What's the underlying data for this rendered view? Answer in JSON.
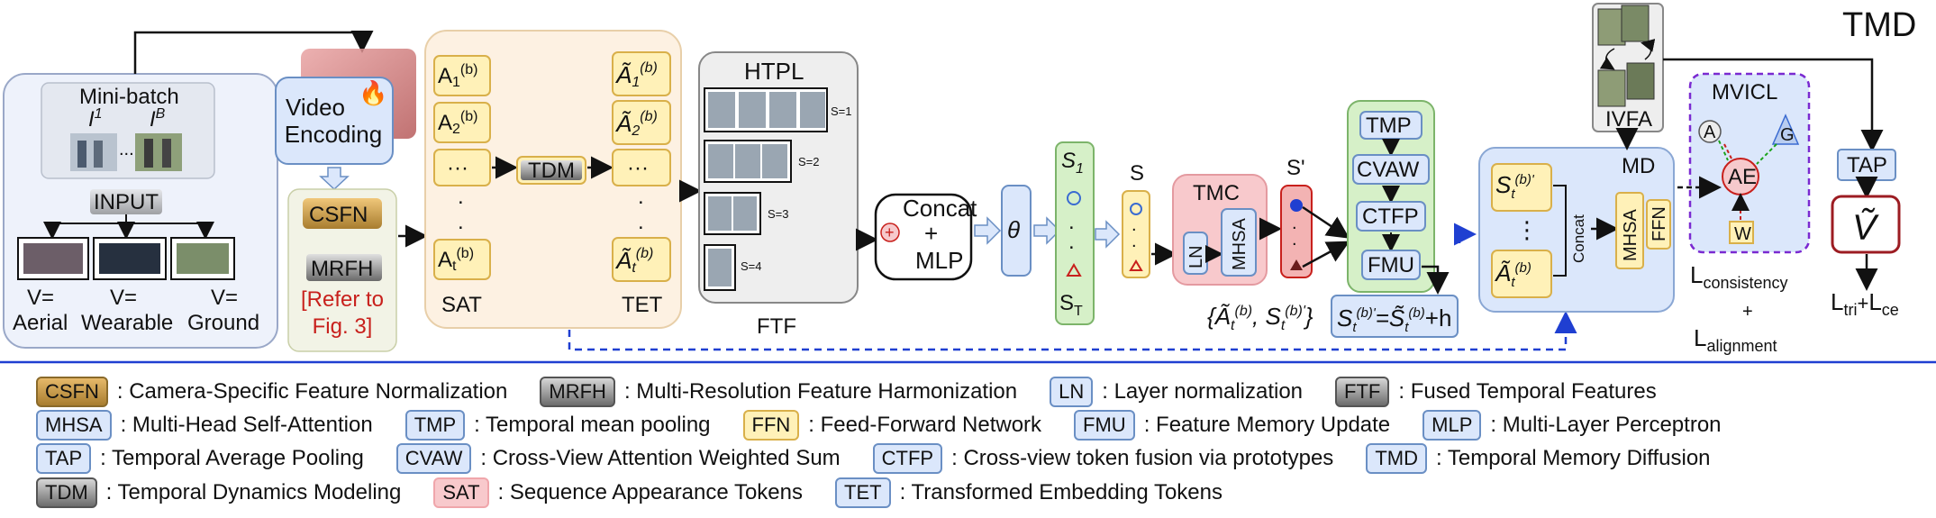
{
  "title": "TMD",
  "minibatch": {
    "title": "Mini-batch",
    "i1": "I",
    "i1_sup": "1",
    "ib": "I",
    "ib_sup": "B",
    "dots": "...",
    "input": "INPUT",
    "views": [
      "V=\nAerial",
      "V=\nWearable",
      "V=\nGround"
    ]
  },
  "video_encoding": "Video\nEncoding",
  "csfn": "CSFN",
  "mrfh": "MRFH",
  "refer": "[Refer to\nFig. 3]",
  "sat": {
    "items": [
      "A1(b)",
      "A2(b)",
      "...",
      "At(b)"
    ],
    "label": "SAT"
  },
  "tdm": "TDM",
  "tet": {
    "items": [
      "Ã1(b)",
      "Ã2(b)",
      "...",
      "Ãt(b)"
    ],
    "label": "TET"
  },
  "ftf": {
    "title": "HTPL",
    "label": "FTF",
    "scales": [
      "S=1",
      "S=2",
      "S=3",
      "S=4"
    ]
  },
  "concat_mlp": {
    "concat": "Concat",
    "plus": "+",
    "mlp": "MLP"
  },
  "theta": "θ",
  "s_seq": {
    "s1": "S",
    "s1_sub": "1",
    "st": "S",
    "st_sub": "T"
  },
  "s_label": "S",
  "tmc": {
    "title": "TMC",
    "ln": "LN",
    "mhsa": "MHSA"
  },
  "s_prime": "S'",
  "mem_pipeline": [
    "TMP",
    "CVAW",
    "CTFP",
    "FMU"
  ],
  "set_label": "{Ãt(b), St(b)'}",
  "update_eq": "St(b)' = S̃t(b) + h",
  "md": {
    "label": "MD",
    "s_item": "St(b)'",
    "a_item": "Ãt(b)",
    "concat": "Concat",
    "mhsa": "MHSA",
    "ffn": "FFN",
    "dots": "⋮"
  },
  "ivfa": "IVFA",
  "mvicl": {
    "title": "MVICL",
    "a": "A",
    "g": "G",
    "ae": "AE",
    "w": "W"
  },
  "losses": {
    "consistency": "L",
    "consistency_sub": "consistency",
    "plus": "+",
    "alignment": "L",
    "alignment_sub": "alignment"
  },
  "tap": "TAP",
  "v_hat": "V",
  "final_loss": {
    "l1": "L",
    "l1_sub": "tri",
    "plus": "+",
    "l2": "L",
    "l2_sub": "ce"
  },
  "legend": [
    [
      {
        "tag": "CSFN",
        "style": "gold",
        "desc": ": Camera-Specific Feature Normalization"
      },
      {
        "tag": "MRFH",
        "style": "gray",
        "desc": ": Multi-Resolution Feature Harmonization"
      },
      {
        "tag": "LN",
        "style": "blue",
        "desc": ": Layer normalization"
      },
      {
        "tag": "FTF",
        "style": "gray",
        "desc": ": Fused Temporal Features"
      }
    ],
    [
      {
        "tag": "MHSA",
        "style": "blue",
        "desc": ": Multi-Head Self-Attention"
      },
      {
        "tag": "TMP",
        "style": "blue",
        "desc": ": Temporal mean pooling"
      },
      {
        "tag": "FFN",
        "style": "yellow",
        "desc": ": Feed-Forward Network"
      },
      {
        "tag": "FMU",
        "style": "blue",
        "desc": ": Feature Memory Update"
      },
      {
        "tag": "MLP",
        "style": "blue",
        "desc": ": Multi-Layer Perceptron"
      }
    ],
    [
      {
        "tag": "TAP",
        "style": "blue",
        "desc": ": Temporal Average Pooling"
      },
      {
        "tag": "CVAW",
        "style": "blue",
        "desc": ": Cross-View Attention Weighted Sum"
      },
      {
        "tag": "CTFP",
        "style": "blue",
        "desc": ": Cross-view token fusion via prototypes"
      },
      {
        "tag": "TMD",
        "style": "blue",
        "desc": ": Temporal Memory Diffusion"
      }
    ],
    [
      {
        "tag": "TDM",
        "style": "gray",
        "desc": ": Temporal Dynamics Modeling"
      },
      {
        "tag": "SAT",
        "style": "pink",
        "desc": ": Sequence Appearance Tokens"
      },
      {
        "tag": "TET",
        "style": "blue",
        "desc": ": Transformed Embedding Tokens"
      }
    ]
  ],
  "colors": {
    "blue_line": "#1f3fd1",
    "box_blue": "#dbe7fb",
    "box_yellow": "#fff1b8",
    "box_green": "#d6f0c8",
    "box_pink": "#f8c9cc",
    "dark_red": "#9c1c22"
  }
}
